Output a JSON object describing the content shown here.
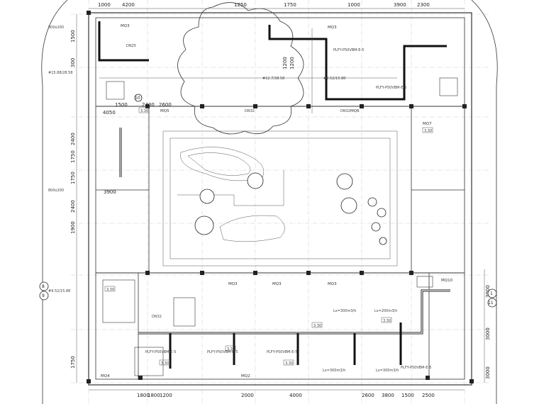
{
  "top_dims": [
    "1000",
    "4200",
    "1250",
    "1750",
    "1000",
    "3900",
    "2300"
  ],
  "left_dims": [
    "1500",
    "300",
    "2400",
    "1750",
    "1750",
    "2400",
    "1900",
    "1750"
  ],
  "right_dims": [
    "3000",
    "3000",
    "3000"
  ],
  "bottom_dims": [
    "1800",
    "1800",
    "1200",
    "2000",
    "4000",
    "2600",
    "3800",
    "1500",
    "2500"
  ],
  "inner_dims": [
    "4050",
    "1500",
    "2400",
    "2600",
    "3900",
    "1200",
    "1200"
  ],
  "axis_left": [
    "8",
    "9"
  ],
  "axis_right": [
    "1",
    "11"
  ],
  "axis_node": "10",
  "room_tags": {
    "mq3_a": "MQ3",
    "mq3_b": "MQ3",
    "mq3_c": "MQ3",
    "mq3_d": "MQ3",
    "mq3_e": "MQ3",
    "mq2": "MQ2",
    "mq4": "MQ4",
    "mq5": "MQ5",
    "mq6": "MQ6",
    "mq7": "MQ7",
    "mq10": "MQ10"
  },
  "ducts": {
    "dn32_a": "DN32",
    "dn32_b": "DN32",
    "dn32_c": "DN32",
    "dn25": "DN25",
    "plfy_a": "PLFY-P50VBM-E-5",
    "plfy_b": "PLFY-P50VBM-E-5",
    "plfy_c": "PLFY-P50VBM-E-5",
    "plfy_d": "PLFY-P50VBM-E-5",
    "plfy_e": "PLFY-P50VBM-E-5",
    "plfy_f": "PLFY-P50VBM-E-5",
    "lx_a": "Lx=300m3/h",
    "lx_b": "Lx=200m3/h",
    "lx_c": "Lx=300m3/h",
    "lx_d": "Lx=300m3/h",
    "size_a": "800x200",
    "size_b": "800x200",
    "pipe_a": "#12.7/38.58",
    "pipe_b": "#9.52/15.88",
    "pipe_c": "#15.88/28.58",
    "pipe_d": "#9.52/15.88"
  },
  "levels": [
    "3.30",
    "3.30",
    "3.30",
    "3.30",
    "3.30",
    "3.30",
    "3.30",
    "3.30"
  ]
}
